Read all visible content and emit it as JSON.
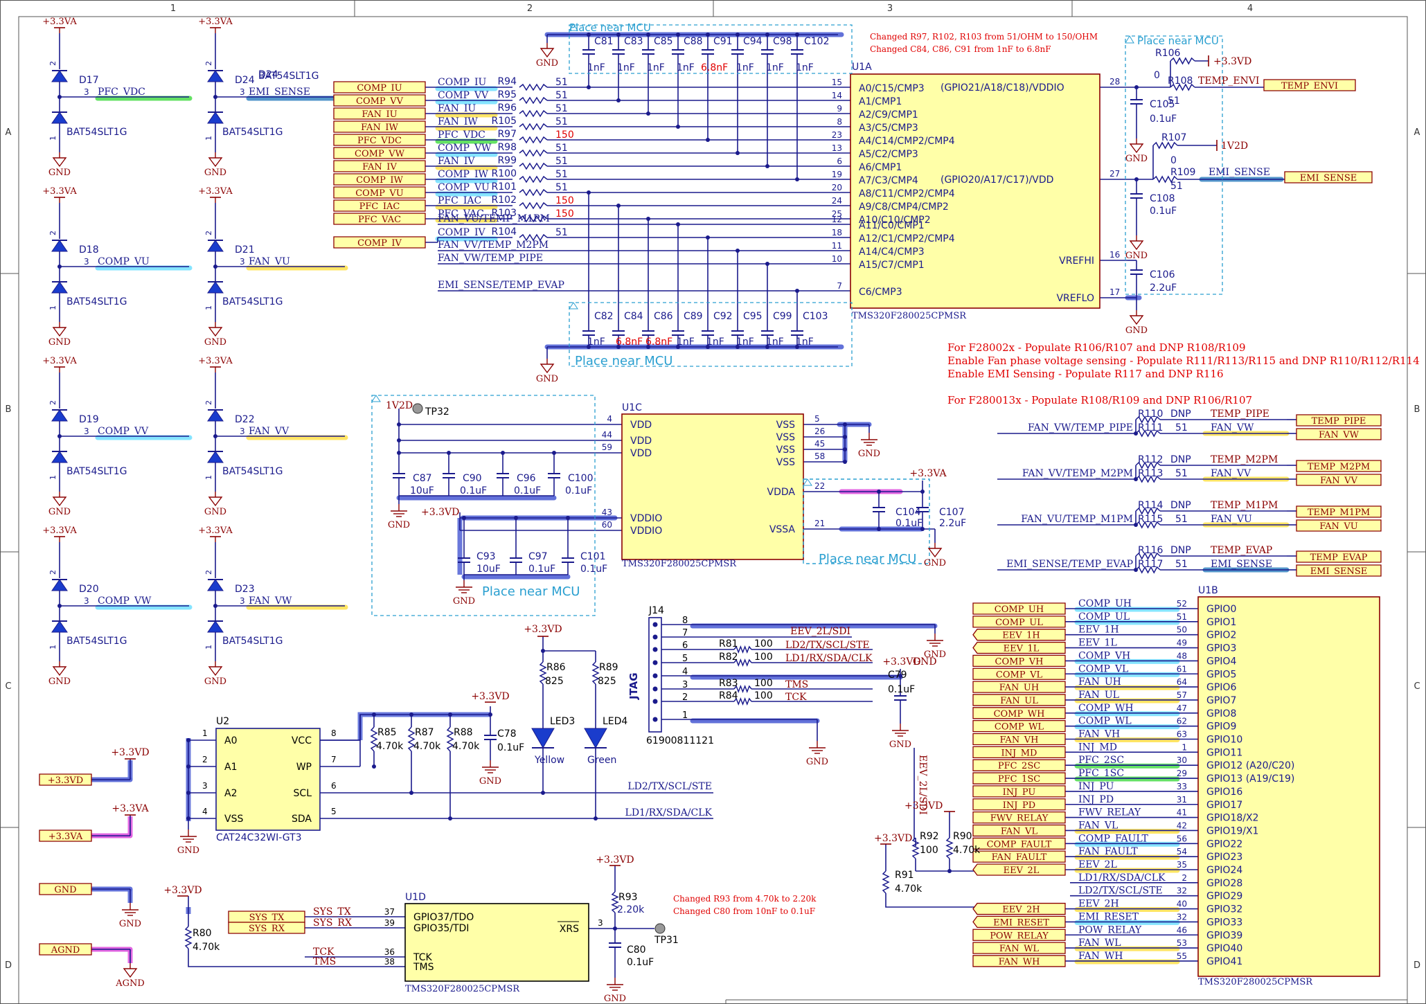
{
  "frame": {
    "columns": [
      "1",
      "2",
      "3",
      "4"
    ],
    "rows": [
      "A",
      "B",
      "C",
      "D"
    ]
  },
  "rails": {
    "v33a": "+3.3VA",
    "v33d": "+3.3VD",
    "gnd": "GND",
    "agnd": "AGND",
    "v1v2d": "1V2D",
    "v1v2d_tp": "1V2D"
  },
  "diodes": {
    "part": "BAT54SLT1G",
    "pin1": "1",
    "pin2": "2",
    "pin3": "3",
    "items": [
      {
        "ref": "D17",
        "net": "PFC_VDC"
      },
      {
        "ref": "D24",
        "net": "EMI_SENSE"
      },
      {
        "ref": "D18",
        "net": "COMP_VU"
      },
      {
        "ref": "D21",
        "net": "FAN_VU"
      },
      {
        "ref": "D19",
        "net": "COMP_VV"
      },
      {
        "ref": "D22",
        "net": "FAN_VV"
      },
      {
        "ref": "D20",
        "net": "COMP_VW"
      },
      {
        "ref": "D23",
        "net": "FAN_VW"
      }
    ]
  },
  "u1a": {
    "ref": "U1A",
    "part": "TMS320F280025CPMSR",
    "inputs_left": [
      {
        "port": "COMP_IU",
        "net": "COMP_IU",
        "res": "R94",
        "val": "51",
        "pin": "15",
        "pinname": "A0/C15/CMP3"
      },
      {
        "port": "COMP_VV",
        "net": "COMP_VV",
        "res": "R95",
        "val": "51",
        "pin": "14",
        "pinname": "A1/CMP1"
      },
      {
        "port": "FAN_IU",
        "net": "FAN_IU",
        "res": "R96",
        "val": "51",
        "pin": "9",
        "pinname": "A2/C9/CMP1"
      },
      {
        "port": "FAN_IW",
        "net": "FAN_IW",
        "res": "R105",
        "val": "51",
        "pin": "8",
        "pinname": "A3/C5/CMP3"
      },
      {
        "port": "PFC_VDC",
        "net": "PFC_VDC",
        "res": "R97",
        "val": "150",
        "pin": "23",
        "pinname": "A4/C14/CMP2/CMP4"
      },
      {
        "port": "COMP_VW",
        "net": "COMP_VW",
        "res": "R98",
        "val": "51",
        "pin": "13",
        "pinname": "A5/C2/CMP3"
      },
      {
        "port": "FAN_IV",
        "net": "FAN_IV",
        "res": "R99",
        "val": "51",
        "pin": "6",
        "pinname": "A6/CMP1"
      },
      {
        "port": "COMP_IW",
        "net": "COMP_IW",
        "res": "R100",
        "val": "51",
        "pin": "19",
        "pinname": "A7/C3/CMP4"
      },
      {
        "port": "COMP_VU",
        "net": "COMP_VU",
        "res": "R101",
        "val": "51",
        "pin": "20",
        "pinname": "A8/C11/CMP2/CMP4"
      },
      {
        "port": "PFC_IAC",
        "net": "PFC_IAC",
        "res": "R102",
        "val": "150",
        "pin": "24",
        "pinname": "A9/C8/CMP4/CMP2"
      },
      {
        "port": "PFC_VAC",
        "net": "PFC_VAC",
        "res": "R103",
        "val": "150",
        "pin": "25",
        "pinname": "A10/C10/CMP2"
      }
    ],
    "direct_nets": [
      {
        "net": "FAN_VU/TEMP_M1PM",
        "pin": "12",
        "pinname": "A11/C0/CMP1"
      },
      {
        "net": "FAN_VV/TEMP_M2PM",
        "pin": "11",
        "pinname": "A14/C4/CMP3"
      },
      {
        "net": "FAN_VW/TEMP_PIPE",
        "pin": "10",
        "pinname": "A15/C7/CMP1"
      },
      {
        "net": "EMI_SENSE/TEMP_EVAP",
        "pin": "7",
        "pinname": "C6/CMP3"
      }
    ],
    "comp_iv": {
      "port": "COMP_IV",
      "net": "COMP_IV",
      "res": "R104",
      "val": "51",
      "pin": "18",
      "pinname": "A12/C1/CMP2/CMP4"
    },
    "right_pins": [
      {
        "name": "(GPIO21/A18/C18)/VDDIO",
        "pin": "28"
      },
      {
        "name": "(GPIO20/A17/C17)/VDD",
        "pin": "27"
      },
      {
        "name": "VREFHI",
        "pin": "16"
      },
      {
        "name": "VREFLO",
        "pin": "17"
      }
    ]
  },
  "caps_top": {
    "note": "Place near MCU",
    "items": [
      {
        "ref": "C81",
        "val": "1nF"
      },
      {
        "ref": "C83",
        "val": "1nF"
      },
      {
        "ref": "C85",
        "val": "1nF"
      },
      {
        "ref": "C88",
        "val": "1nF"
      },
      {
        "ref": "C91",
        "val": "6.8nF"
      },
      {
        "ref": "C94",
        "val": "1nF"
      },
      {
        "ref": "C98",
        "val": "1nF"
      },
      {
        "ref": "C102",
        "val": "1nF"
      }
    ]
  },
  "caps_bottom": {
    "note": "Place near MCU",
    "items": [
      {
        "ref": "C82",
        "val": "1nF"
      },
      {
        "ref": "C84",
        "val": "6.8nF"
      },
      {
        "ref": "C86",
        "val": "6.8nF"
      },
      {
        "ref": "C89",
        "val": "1nF"
      },
      {
        "ref": "C92",
        "val": "1nF"
      },
      {
        "ref": "C95",
        "val": "1nF"
      },
      {
        "ref": "C99",
        "val": "1nF"
      },
      {
        "ref": "C103",
        "val": "1nF"
      }
    ]
  },
  "change_notes_top": [
    "Changed R97,  R102, R103 from 51/OHM to 150/OHM",
    "Changed C84, C86,  C91 from 1nF to 6.8nF"
  ],
  "temp_block": {
    "note": "Place near MCU",
    "r106": {
      "ref": "R106",
      "val": "0"
    },
    "r108": {
      "ref": "R108",
      "val": "51"
    },
    "c105": {
      "ref": "C105",
      "val": "0.1uF"
    },
    "r107": {
      "ref": "R107",
      "val": "0"
    },
    "r109": {
      "ref": "R109",
      "val": "51"
    },
    "c108": {
      "ref": "C108",
      "val": "0.1uF"
    },
    "c106": {
      "ref": "C106",
      "val": "2.2uF"
    },
    "temp_envi_net": "TEMP_ENVI",
    "temp_envi_port": "TEMP_ENVI",
    "emi_sense_net": "EMI_SENSE",
    "emi_sense_port": "EMI_SENSE"
  },
  "populate_notes": [
    "For F28002x - Populate R106/R107 and DNP R108/R109",
    "Enable Fan phase voltage sensing - Populate R111/R113/R115 and DNP R110/R112/R114",
    "Enable EMI Sensing - Populate R117 and DNP R116",
    "For F280013x - Populate R108/R109 and DNP R106/R107"
  ],
  "option_res": [
    {
      "r1": "R110",
      "v1": "DNP",
      "n1": "TEMP_PIPE",
      "p1": "TEMP_PIPE",
      "left": "FAN_VW/TEMP_PIPE",
      "r2": "R111",
      "v2": "51",
      "n2": "FAN_VW",
      "p2": "FAN_VW"
    },
    {
      "r1": "R112",
      "v1": "DNP",
      "n1": "TEMP_M2PM",
      "p1": "TEMP_M2PM",
      "left": "FAN_VV/TEMP_M2PM",
      "r2": "R113",
      "v2": "51",
      "n2": "FAN_VV",
      "p2": "FAN_VV"
    },
    {
      "r1": "R114",
      "v1": "DNP",
      "n1": "TEMP_M1PM",
      "p1": "TEMP_M1PM",
      "left": "FAN_VU/TEMP_M1PM",
      "r2": "R115",
      "v2": "51",
      "n2": "FAN_VU",
      "p2": "FAN_VU"
    },
    {
      "r1": "R116",
      "v1": "DNP",
      "n1": "TEMP_EVAP",
      "p1": "TEMP_EVAP",
      "left": "EMI_SENSE/TEMP_EVAP",
      "r2": "R117",
      "v2": "51",
      "n2": "EMI_SENSE",
      "p2": "EMI_SENSE"
    }
  ],
  "u1c": {
    "ref": "U1C",
    "part": "TMS320F280025CPMSR",
    "tp": "TP32",
    "vdd": [
      {
        "pin": "4",
        "name": "VDD"
      },
      {
        "pin": "44",
        "name": "VDD"
      },
      {
        "pin": "59",
        "name": "VDD"
      }
    ],
    "vddio": [
      {
        "pin": "43",
        "name": "VDDIO"
      },
      {
        "pin": "60",
        "name": "VDDIO"
      }
    ],
    "vss": [
      {
        "pin": "5",
        "name": "VSS"
      },
      {
        "pin": "26",
        "name": "VSS"
      },
      {
        "pin": "45",
        "name": "VSS"
      },
      {
        "pin": "58",
        "name": "VSS"
      }
    ],
    "vdda": {
      "pin": "22",
      "name": "VDDA"
    },
    "vssa": {
      "pin": "21",
      "name": "VSSA"
    },
    "caps_vdd": [
      {
        "ref": "C87",
        "val": "10uF"
      },
      {
        "ref": "C90",
        "val": "0.1uF"
      },
      {
        "ref": "C96",
        "val": "0.1uF"
      },
      {
        "ref": "C100",
        "val": "0.1uF"
      }
    ],
    "caps_vddio": [
      {
        "ref": "C93",
        "val": "10uF"
      },
      {
        "ref": "C97",
        "val": "0.1uF"
      },
      {
        "ref": "C101",
        "val": "0.1uF"
      }
    ],
    "caps_vdda": [
      {
        "ref": "C104",
        "val": "0.1uF"
      },
      {
        "ref": "C107",
        "val": "2.2uF"
      }
    ],
    "note1": "Place near MCU",
    "note2": "Place near MCU"
  },
  "u2": {
    "ref": "U2",
    "part": "CAT24C32WI-GT3",
    "left_pins": [
      {
        "pin": "1",
        "name": "A0"
      },
      {
        "pin": "2",
        "name": "A1"
      },
      {
        "pin": "3",
        "name": "A2"
      },
      {
        "pin": "4",
        "name": "VSS"
      }
    ],
    "right_pins": [
      {
        "pin": "8",
        "name": "VCC"
      },
      {
        "pin": "7",
        "name": "WP"
      },
      {
        "pin": "6",
        "name": "SCL"
      },
      {
        "pin": "5",
        "name": "SDA"
      }
    ],
    "r85": {
      "ref": "R85",
      "val": "4.70k"
    },
    "r87": {
      "ref": "R87",
      "val": "4.70k"
    },
    "r88": {
      "ref": "R88",
      "val": "4.70k"
    },
    "c78": {
      "ref": "C78",
      "val": "0.1uF"
    },
    "scl_net": "LD2/TX/SCL/STE",
    "sda_net": "LD1/RX/SDA/CLK"
  },
  "leds": {
    "r86": {
      "ref": "R86",
      "val": "825"
    },
    "r89": {
      "ref": "R89",
      "val": "825"
    },
    "led3": {
      "ref": "LED3",
      "color": "Yellow"
    },
    "led4": {
      "ref": "LED4",
      "color": "Green"
    }
  },
  "jtag": {
    "ref": "J14",
    "part": "61900811121",
    "label": "JTAG",
    "pins": [
      "8",
      "7",
      "6",
      "5",
      "4",
      "3",
      "2",
      "1"
    ],
    "net_eev": "EEV_2L/SDI",
    "r81": {
      "ref": "R81",
      "val": "100",
      "net": "LD2/TX/SCL/STE"
    },
    "r82": {
      "ref": "R82",
      "val": "100",
      "net": "LD1/RX/SDA/CLK"
    },
    "r83": {
      "ref": "R83",
      "val": "100",
      "net": "TMS"
    },
    "r84": {
      "ref": "R84",
      "val": "100",
      "net": "TCK"
    },
    "c79": {
      "ref": "C79",
      "val": "0.1uF"
    },
    "eev_vertical": "EEV_2L/SDI",
    "r92": {
      "ref": "R92",
      "val": "100"
    },
    "r90": {
      "ref": "R90",
      "val": "4.70k"
    },
    "r91": {
      "ref": "R91",
      "val": "4.70k"
    }
  },
  "power_ports": {
    "items": [
      {
        "port": "+3.3VD",
        "rail": "+3.3VD"
      },
      {
        "port": "+3.3VA",
        "rail": "+3.3VA"
      },
      {
        "port": "GND",
        "rail": "GND"
      },
      {
        "port": "AGND",
        "rail": "AGND"
      }
    ]
  },
  "u1d": {
    "ref": "U1D",
    "part": "TMS320F280025CPMSR",
    "left": [
      {
        "port": "SYS_TX",
        "net": "SYS_TX",
        "pin": "37",
        "name": "GPIO37/TDO"
      },
      {
        "port": "SYS_RX",
        "net": "SYS_RX",
        "pin": "39",
        "name": "GPIO35/TDI"
      },
      {
        "port": "",
        "net": "TCK",
        "pin": "36",
        "name": "TCK"
      },
      {
        "port": "",
        "net": "TMS",
        "pin": "38",
        "name": "TMS"
      }
    ],
    "xrs": {
      "pin": "3",
      "name": "XRS"
    },
    "r80": {
      "ref": "R80",
      "val": "4.70k"
    },
    "r93": {
      "ref": "R93",
      "val": "2.20k"
    },
    "c80": {
      "ref": "C80",
      "val": "0.1uF"
    },
    "tp": "TP31",
    "notes": [
      "Changed R93 from 4.70k to 2.20k",
      "Changed C80 from 10nF to 0.1uF"
    ]
  },
  "u1b": {
    "ref": "U1B",
    "part": "TMS320F280025CPMSR",
    "pins": [
      {
        "port": "COMP_UH",
        "net": "COMP_UH",
        "pin": "52",
        "name": "GPIO0"
      },
      {
        "port": "COMP_UL",
        "net": "COMP_UL",
        "pin": "51",
        "name": "GPIO1"
      },
      {
        "port": "EEV_1H",
        "net": "EEV_1H",
        "pin": "50",
        "name": "GPIO2"
      },
      {
        "port": "EEV_1L",
        "net": "EEV_1L",
        "pin": "49",
        "name": "GPIO3"
      },
      {
        "port": "COMP_VH",
        "net": "COMP_VH",
        "pin": "48",
        "name": "GPIO4"
      },
      {
        "port": "COMP_VL",
        "net": "COMP_VL",
        "pin": "61",
        "name": "GPIO5"
      },
      {
        "port": "FAN_UH",
        "net": "FAN_UH",
        "pin": "64",
        "name": "GPIO6"
      },
      {
        "port": "FAN_UL",
        "net": "FAN_UL",
        "pin": "57",
        "name": "GPIO7"
      },
      {
        "port": "COMP_WH",
        "net": "COMP_WH",
        "pin": "47",
        "name": "GPIO8"
      },
      {
        "port": "COMP_WL",
        "net": "COMP_WL",
        "pin": "62",
        "name": "GPIO9"
      },
      {
        "port": "FAN_VH",
        "net": "FAN_VH",
        "pin": "63",
        "name": "GPIO10"
      },
      {
        "port": "INJ_MD",
        "net": "INJ_MD",
        "pin": "1",
        "name": "GPIO11"
      },
      {
        "port": "PFC_2SC",
        "net": "PFC_2SC",
        "pin": "30",
        "name": "GPIO12 (A20/C20)"
      },
      {
        "port": "PFC_1SC",
        "net": "PFC_1SC",
        "pin": "29",
        "name": "GPIO13 (A19/C19)"
      },
      {
        "port": "INJ_PU",
        "net": "INJ_PU",
        "pin": "33",
        "name": "GPIO16"
      },
      {
        "port": "INJ_PD",
        "net": "INJ_PD",
        "pin": "31",
        "name": "GPIO17"
      },
      {
        "port": "FWV_RELAY",
        "net": "FWV_RELAY",
        "pin": "41",
        "name": "GPIO18/X2"
      },
      {
        "port": "FAN_VL",
        "net": "FAN_VL",
        "pin": "42",
        "name": "GPIO19/X1"
      },
      {
        "port": "COMP_FAULT",
        "net": "COMP_FAULT",
        "pin": "56",
        "name": "GPIO22"
      },
      {
        "port": "FAN_FAULT",
        "net": "FAN_FAULT",
        "pin": "54",
        "name": "GPIO23"
      },
      {
        "port": "EEV_2L",
        "net": "EEV_2L",
        "pin": "35",
        "name": "GPIO24"
      },
      {
        "port": "",
        "net": "LD1/RX/SDA/CLK",
        "pin": "2",
        "name": "GPIO28"
      },
      {
        "port": "",
        "net": "LD2/TX/SCL/STE",
        "pin": "32",
        "name": "GPIO29"
      },
      {
        "port": "EEV_2H",
        "net": "EEV_2H",
        "pin": "40",
        "name": "GPIO32"
      },
      {
        "port": "EMI_RESET",
        "net": "EMI_RESET",
        "pin": "32",
        "name": "GPIO33"
      },
      {
        "port": "POW_RELAY",
        "net": "POW_RELAY",
        "pin": "46",
        "name": "GPIO39"
      },
      {
        "port": "FAN_WL",
        "net": "FAN_WL",
        "pin": "53",
        "name": "GPIO40"
      },
      {
        "port": "FAN_WH",
        "net": "FAN_WH",
        "pin": "55",
        "name": "GPIO41"
      }
    ]
  },
  "colors": {
    "wire": "#1a1a8c",
    "red": "#8b0000",
    "note_red": "#e00000",
    "box_fill": "#ffffa8",
    "box_stroke": "#8b0000",
    "dash": "#2a9fd0",
    "hl_cyan": "#7fe3ff",
    "hl_yellow": "#ffe45c",
    "hl_green": "#5ce05c",
    "hl_navy": "#4a90c8",
    "hl_blue": "#5a6ad8",
    "hl_magenta": "#e05ce0",
    "diode_fill": "#1a3ccc"
  }
}
